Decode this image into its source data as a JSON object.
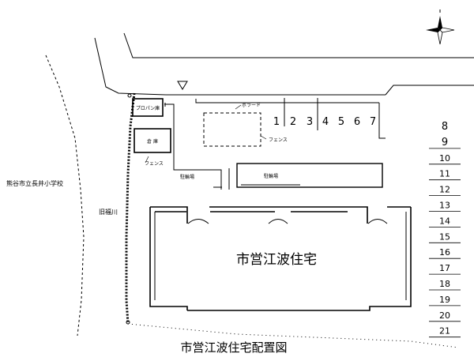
{
  "caption": "市営江波住宅配置図",
  "building_name": "市営江波住宅",
  "labels": {
    "school": "熊谷市立長井小学校",
    "river": "旧福川",
    "propane": "プロパン庫",
    "storage": "倉 庫",
    "fence_left": "フェンス",
    "bollard": "ボラード",
    "fence_mid": "フェンス",
    "bike_left": "駐輪場",
    "bike_right": "駐輪場"
  },
  "parking_top": [
    "1",
    "2",
    "3",
    "4",
    "5",
    "6",
    "7"
  ],
  "parking_right": [
    "8",
    "9",
    "10",
    "11",
    "12",
    "13",
    "14",
    "15",
    "16",
    "17",
    "18",
    "19",
    "20",
    "21"
  ],
  "compass": "north-arrow-icon",
  "entrance_marker": "triangle-marker-icon",
  "line_color": "#000000"
}
